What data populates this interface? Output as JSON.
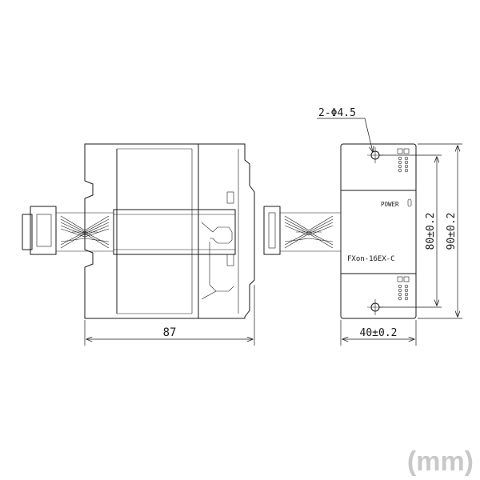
{
  "dimensions": {
    "side_width": "87",
    "hole_callout": "2-Φ4.5",
    "front_width": "40±0.2",
    "hole_pitch": "80±0.2",
    "overall_height": "90±0.2"
  },
  "module": {
    "model": "FXon-16EX-C",
    "power_label": "POWER"
  },
  "unit_label": "(mm)"
}
